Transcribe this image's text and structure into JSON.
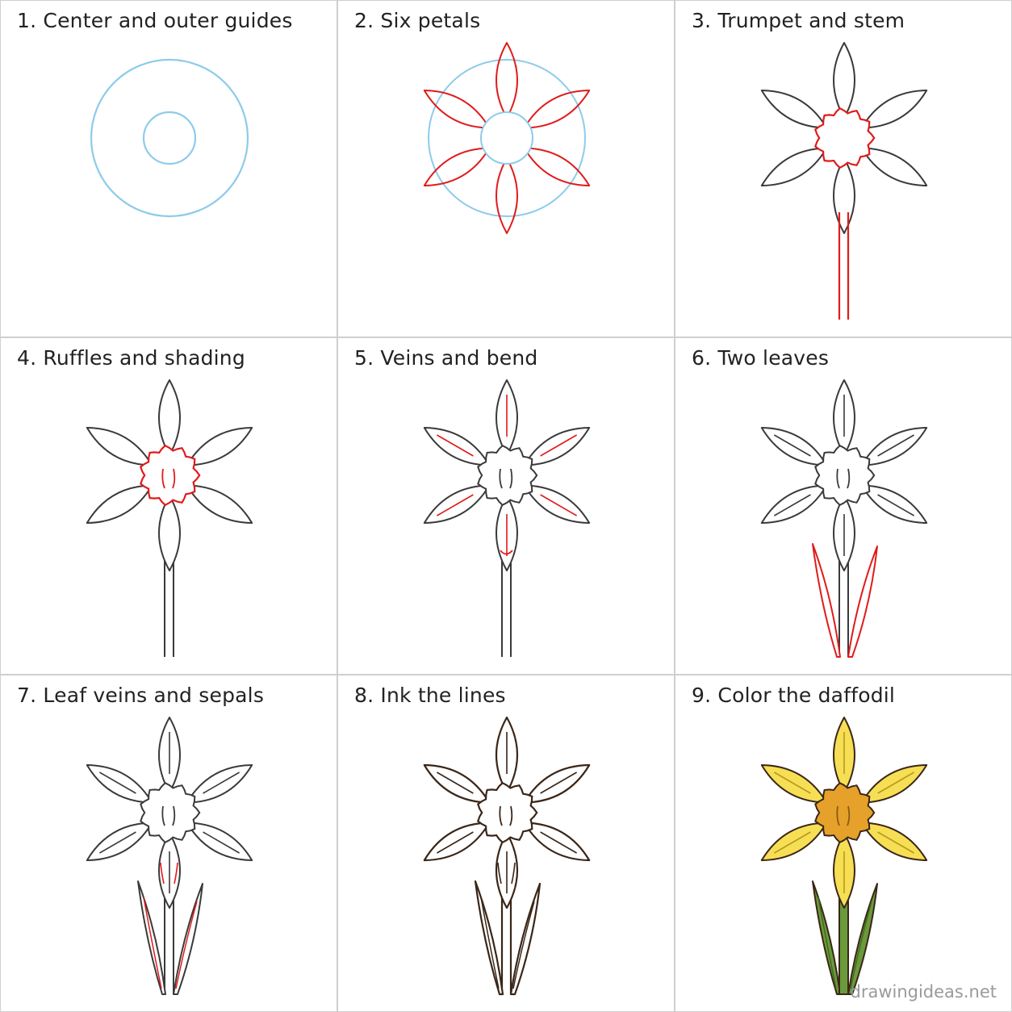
{
  "steps": [
    {
      "number": "1.",
      "label": "Center and outer guides"
    },
    {
      "number": "2.",
      "label": "Six petals"
    },
    {
      "number": "3.",
      "label": "Trumpet and stem"
    },
    {
      "number": "4.",
      "label": "Ruffles and shading"
    },
    {
      "number": "5.",
      "label": "Veins and bend"
    },
    {
      "number": "6.",
      "label": "Two leaves"
    },
    {
      "number": "7.",
      "label": "Leaf veins and sepals"
    },
    {
      "number": "8.",
      "label": "Ink the lines"
    },
    {
      "number": "9.",
      "label": "Color the daffodil"
    }
  ],
  "watermark": "drawingideas.net",
  "colors": {
    "guide": "#8ecbea",
    "new_line": "#e01b1b",
    "pencil": "#3a3a3a",
    "ink": "#3a2618",
    "petal_fill": "#f7df55",
    "trumpet_fill": "#e6a12a",
    "leaf_fill": "#6b9a3a",
    "border": "#cfcfcf"
  }
}
